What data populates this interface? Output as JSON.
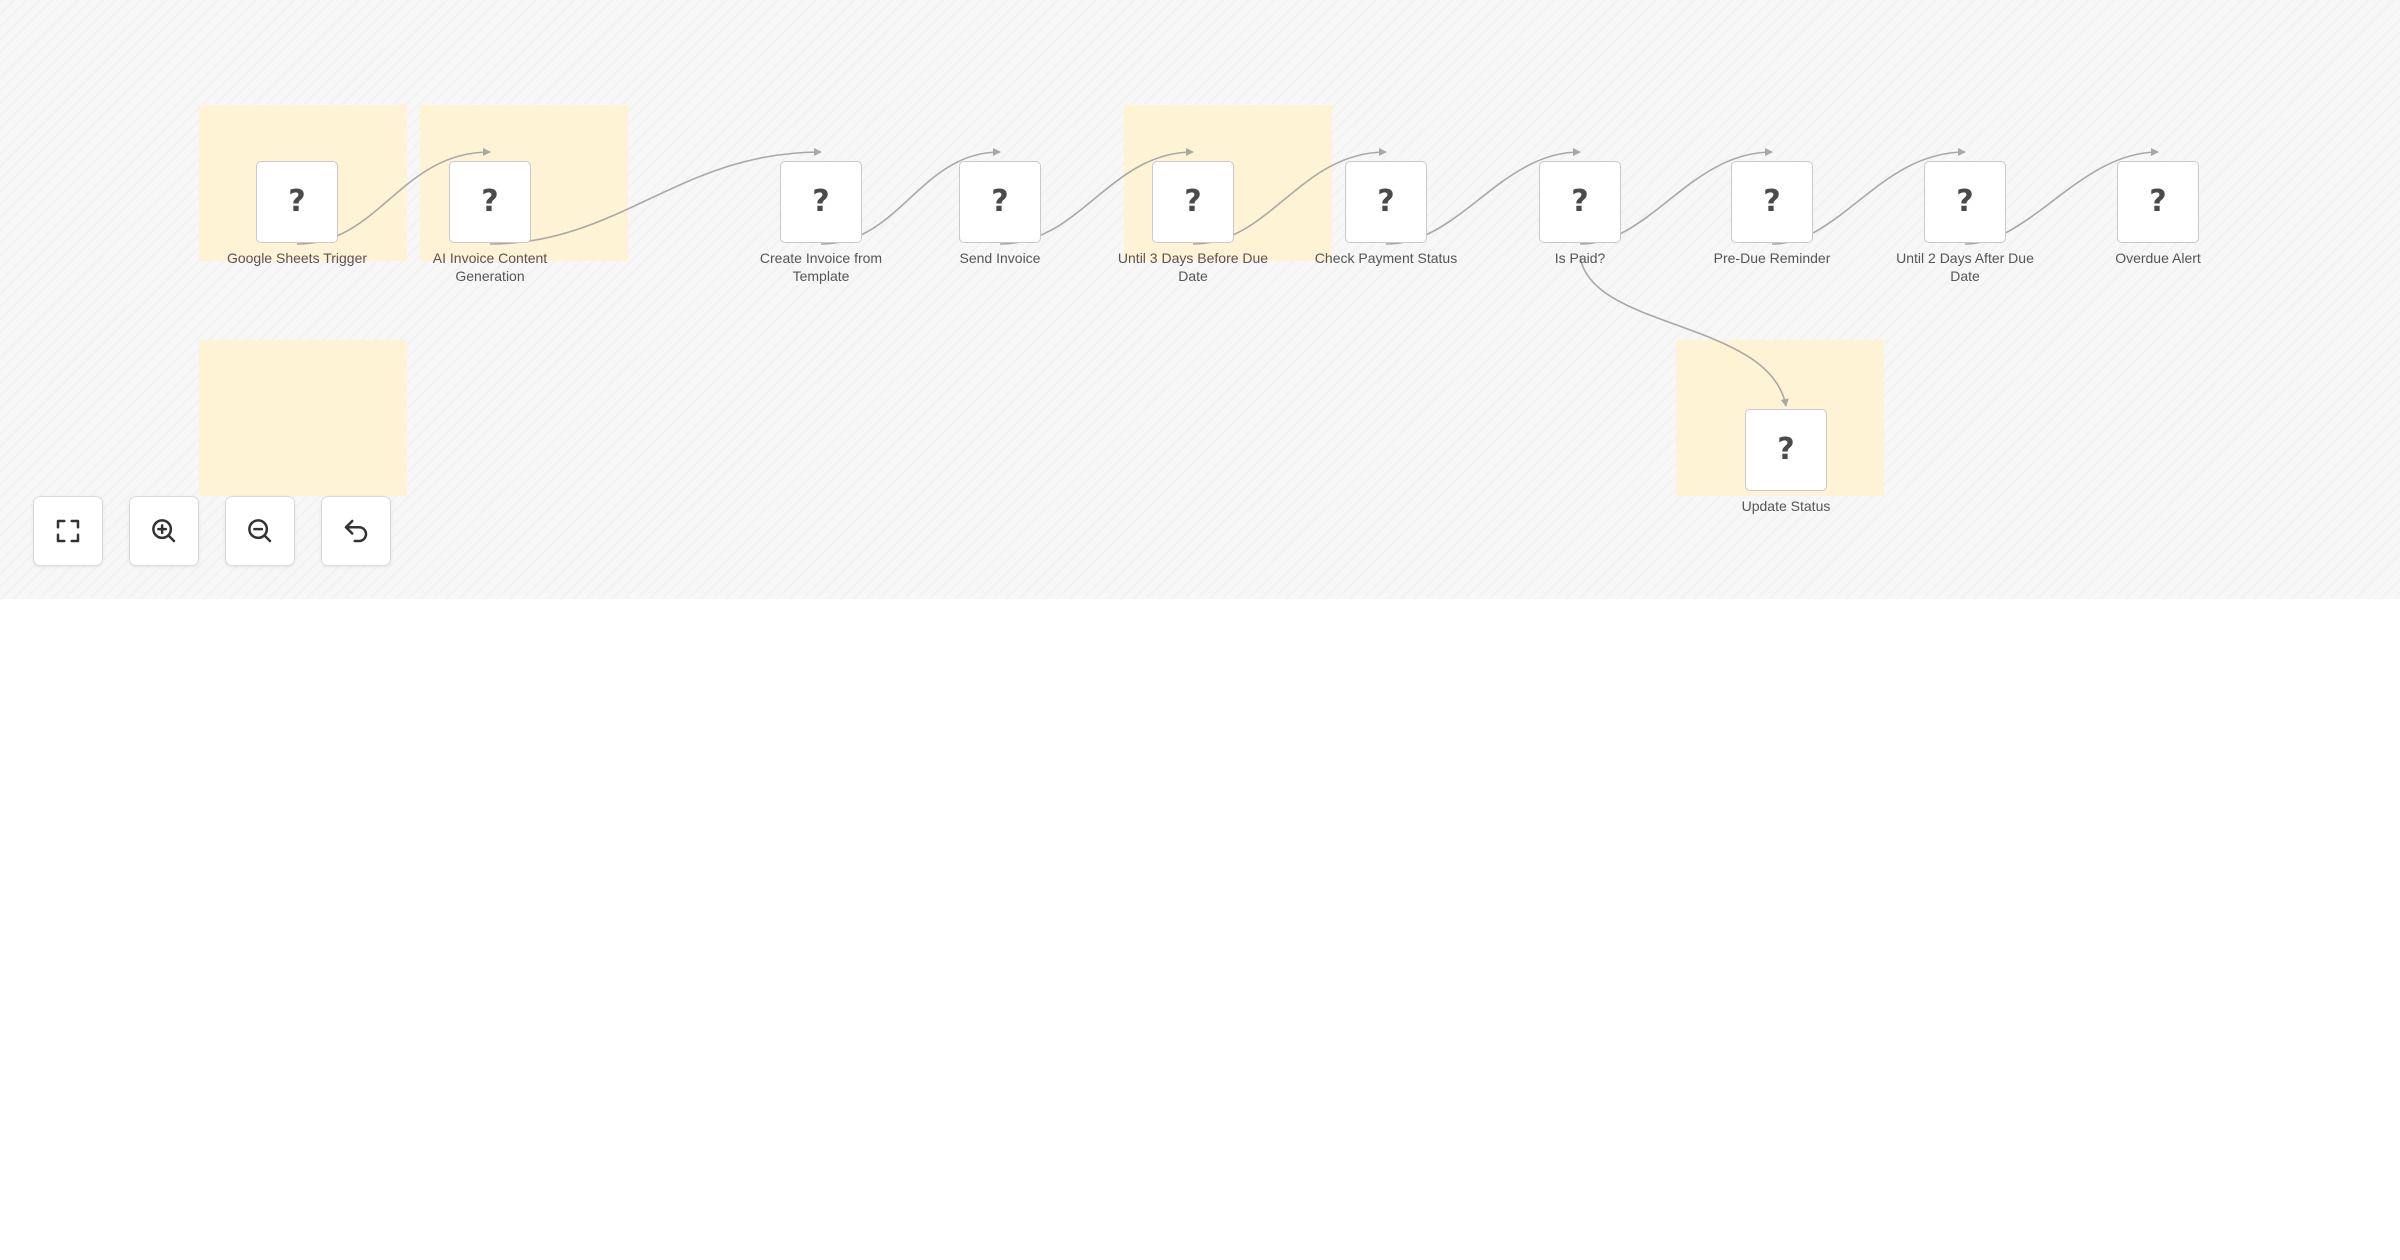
{
  "workflow": {
    "nodes": [
      {
        "id": "google-sheets-trigger",
        "label": "Google Sheets Trigger",
        "icon": "question-mark-icon",
        "icon_glyph": "?"
      },
      {
        "id": "ai-invoice-content-generation",
        "label": "AI Invoice Content Generation",
        "icon": "question-mark-icon",
        "icon_glyph": "?"
      },
      {
        "id": "create-invoice-from-template",
        "label": "Create Invoice from Template",
        "icon": "question-mark-icon",
        "icon_glyph": "?"
      },
      {
        "id": "send-invoice",
        "label": "Send Invoice",
        "icon": "question-mark-icon",
        "icon_glyph": "?"
      },
      {
        "id": "until-3-days-before-due-date",
        "label": "Until 3 Days Before Due Date",
        "icon": "question-mark-icon",
        "icon_glyph": "?"
      },
      {
        "id": "check-payment-status",
        "label": "Check Payment Status",
        "icon": "question-mark-icon",
        "icon_glyph": "?"
      },
      {
        "id": "is-paid",
        "label": "Is Paid?",
        "icon": "question-mark-icon",
        "icon_glyph": "?"
      },
      {
        "id": "pre-due-reminder",
        "label": "Pre-Due Reminder",
        "icon": "question-mark-icon",
        "icon_glyph": "?"
      },
      {
        "id": "until-2-days-after-due-date",
        "label": "Until 2 Days After Due Date",
        "icon": "question-mark-icon",
        "icon_glyph": "?"
      },
      {
        "id": "overdue-alert",
        "label": "Overdue Alert",
        "icon": "question-mark-icon",
        "icon_glyph": "?"
      },
      {
        "id": "update-status",
        "label": "Update Status",
        "icon": "question-mark-icon",
        "icon_glyph": "?"
      }
    ],
    "sticky_note_color": "#fff3d6",
    "connection_color": "#a8a8a8"
  },
  "controls": [
    {
      "name": "fit-view-button",
      "icon": "fullscreen-icon"
    },
    {
      "name": "zoom-in-button",
      "icon": "zoom-in-icon"
    },
    {
      "name": "zoom-out-button",
      "icon": "zoom-out-icon"
    },
    {
      "name": "reset-zoom-button",
      "icon": "undo-icon"
    }
  ]
}
